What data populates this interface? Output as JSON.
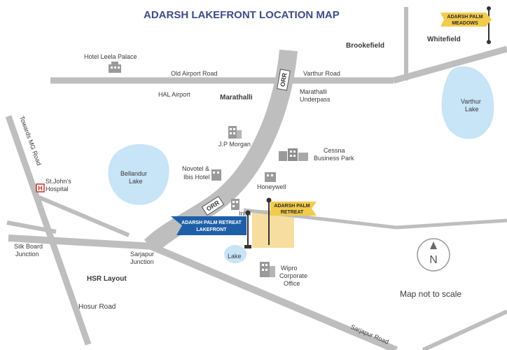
{
  "title": "ADARSH LAKEFRONT LOCATION MAP",
  "colors": {
    "road": "#bebebe",
    "lake": "#c8e4f7",
    "highlight": "#f5d890",
    "blue_flag": "#1f5fa8",
    "yellow_flag": "#f2cb4c",
    "title": "#3f4b86"
  },
  "roads": {
    "old_airport_road": "Old Airport Road",
    "varthur_road": "Varthur Road",
    "orr_north": "ORR",
    "orr_south": "ORR",
    "towards_mg_road": "Towards MG Road",
    "hosur_road": "Hosur Road",
    "sarjapur_road": "Sarjapur Road"
  },
  "areas": {
    "brookefield": "Brookefield",
    "whitefield": "Whitefield",
    "marathalli": "Marathalli",
    "hsr_layout": "HSR Layout"
  },
  "places": {
    "hotel_leela": "Hotel Leela Palace",
    "hal_airport": "HAL Airport",
    "marathalli_underpass_1": "Marathalli",
    "marathalli_underpass_2": "Underpass",
    "jp_morgan": "J.P Morgan",
    "cessna_1": "Cessna",
    "cessna_2": "Business Park",
    "novotel_1": "Novotel &",
    "novotel_2": "Ibis Hotel",
    "honeywell": "Honeywell",
    "intel": "Intel",
    "st_johns_1": "St.John's",
    "st_johns_2": "Hospital",
    "silk_board_1": "Silk Board",
    "silk_board_2": "Junction",
    "sarjapur_junction_1": "Sarjapur",
    "sarjapur_junction_2": "Junction",
    "wipro_1": "Wipro",
    "wipro_2": "Corporate",
    "wipro_3": "Office"
  },
  "lakes": {
    "varthur_1": "Varthur",
    "varthur_2": "Lake",
    "bellandur_1": "Bellandur",
    "bellandur_2": "Lake",
    "small_lake": "Lake"
  },
  "flags": {
    "palm_meadows_1": "ADARSH PALM",
    "palm_meadows_2": "MEADOWS",
    "palm_retreat_1": "ADARSH PALM",
    "palm_retreat_2": "RETREAT",
    "lakefront_1": "ADARSH PALM RETREAT",
    "lakefront_2": "LAKEFRONT"
  },
  "compass": {
    "north": "N"
  },
  "note": "Map not to scale"
}
